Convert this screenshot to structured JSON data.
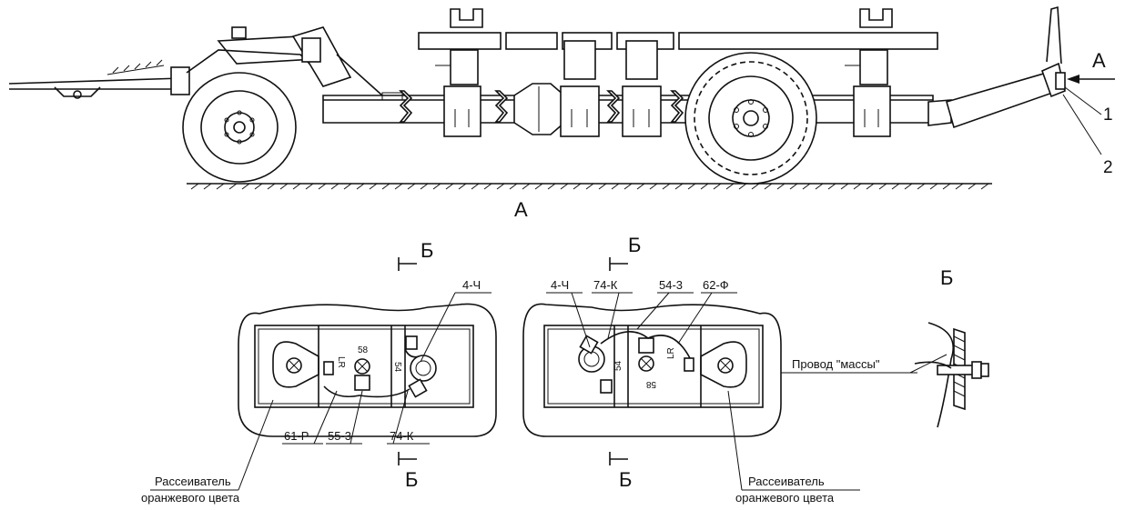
{
  "view_labels": {
    "view_a_arrow": "А",
    "view_a_title": "А",
    "view_b_title": "Б",
    "section_b_tl": "Б",
    "section_b_bl": "Б",
    "section_b_tr": "Б",
    "section_b_br": "Б"
  },
  "callouts": {
    "c1": "1",
    "c2": "2"
  },
  "left_lamp": {
    "wires": {
      "w_4ch": "4-Ч",
      "w_61r": "61-Р",
      "w_553": "55-3",
      "w_74k": "74-К"
    },
    "terminals": {
      "t58": "58",
      "tlr": "LR",
      "t54": "54"
    },
    "diffuser": {
      "line1": "Рассеиватель",
      "line2": "оранжевого цвета"
    }
  },
  "right_lamp": {
    "wires": {
      "w_4ch": "4-Ч",
      "w_74k": "74-К",
      "w_543": "54-3",
      "w_62f": "62-Ф"
    },
    "terminals": {
      "t58": "58",
      "tlr": "LR",
      "t54": "54"
    },
    "diffuser": {
      "line1": "Рассеиватель",
      "line2": "оранжевого цвета"
    }
  },
  "ground_detail": {
    "label": "Провод \"массы\""
  }
}
